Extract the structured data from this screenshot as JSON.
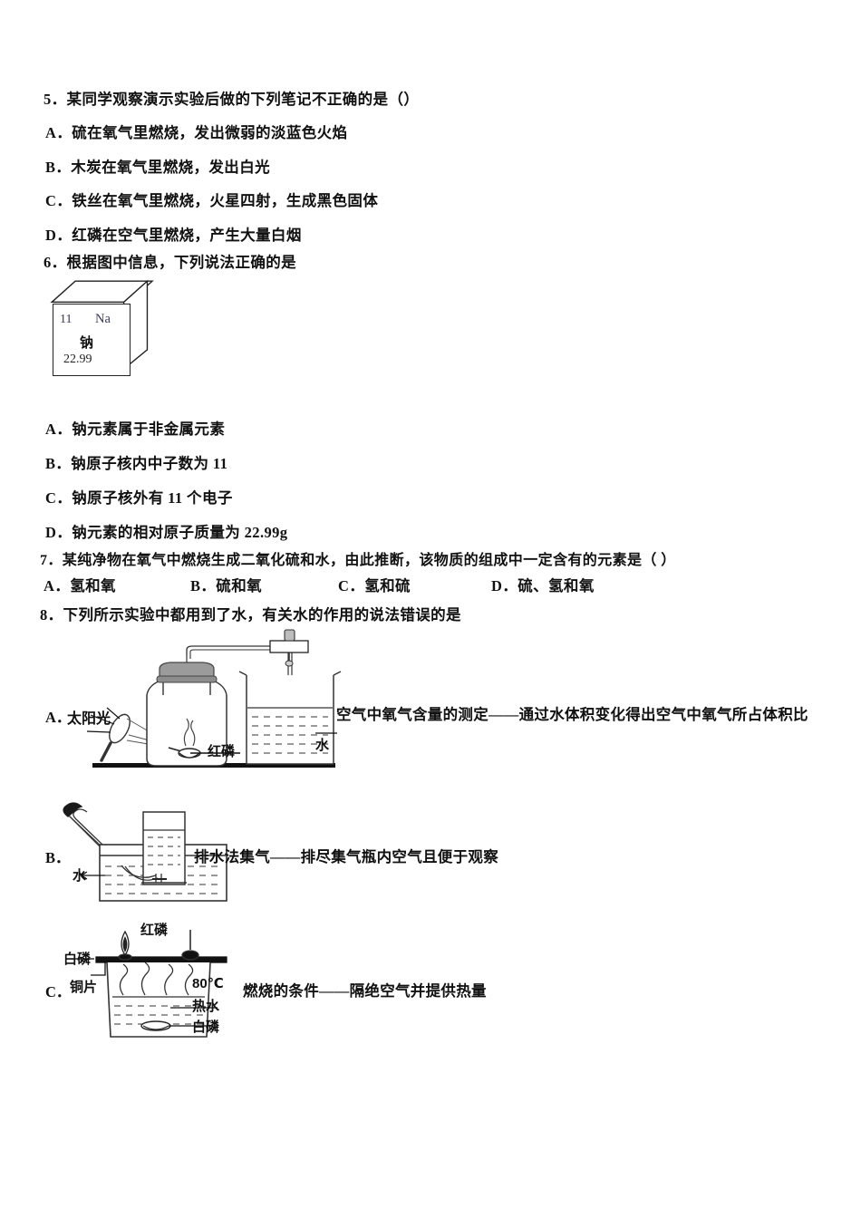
{
  "document": {
    "type": "chemistry-exam-page",
    "language": "zh-CN"
  },
  "questions": [
    {
      "number": "5",
      "stem": "5．某同学观察演示实验后做的下列笔记不正确的是（）",
      "options": [
        "A．硫在氧气里燃烧，发出微弱的淡蓝色火焰",
        "B．木炭在氧气里燃烧，发出白光",
        "C．铁丝在氧气里燃烧，火星四射，生成黑色固体",
        "D．红磷在空气里燃烧，产生大量白烟"
      ]
    },
    {
      "number": "6",
      "stem": "6．根据图中信息，下列说法正确的是",
      "element_card": {
        "atomic_number": "11",
        "symbol": "Na",
        "chinese_name": "钠",
        "relative_atomic_mass": "22.99"
      },
      "options": [
        "A．钠元素属于非金属元素",
        "B．钠原子核内中子数为 11",
        "C．钠原子核外有 11 个电子",
        "D．钠元素的相对原子质量为 22.99g"
      ]
    },
    {
      "number": "7",
      "stem": "7．某纯净物在氧气中燃烧生成二氧化硫和水，由此推断，该物质的组成中一定含有的元素是（      ）",
      "inline_options": [
        "A．氢和氧",
        "B．硫和氧",
        "C．氢和硫",
        "D．硫、氢和氧"
      ]
    },
    {
      "number": "8",
      "stem": "8．下列所示实验中都用到了水，有关水的作用的说法错误的是",
      "options": [
        {
          "letter": "A．",
          "description": "空气中氧气含量的测定——通过水体积变化得出空气中氧气所占体积比",
          "figure_labels": {
            "sunlight": "太阳光",
            "red_phosphorus": "红磷",
            "water": "水"
          }
        },
        {
          "letter": "B．",
          "description": "排水法集气——排尽集气瓶内空气且便于观察",
          "figure_labels": {
            "water": "水"
          }
        },
        {
          "letter": "C．",
          "description": "燃烧的条件——隔绝空气并提供热量",
          "figure_labels": {
            "white_phosphorus_top": "白磷",
            "red_phosphorus": "红磷",
            "copper_sheet": "铜片",
            "temperature": "80℃",
            "hot_water": "热水",
            "white_phosphorus_bottom": "白磷"
          }
        }
      ]
    }
  ]
}
